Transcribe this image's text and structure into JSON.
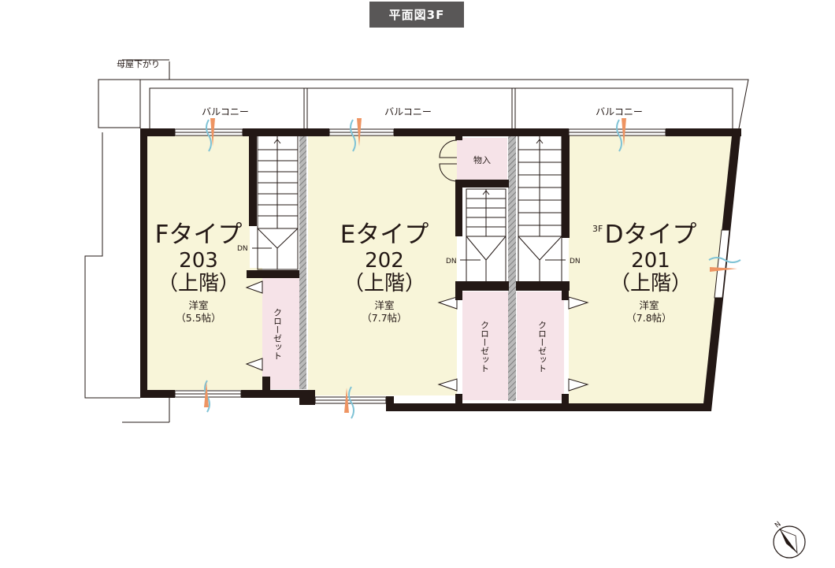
{
  "title": "平面図3F",
  "main_building_offset_note": "母屋下がり",
  "balconies": [
    "バルコニー",
    "バルコニー",
    "バルコニー"
  ],
  "units": [
    {
      "type": "Fタイプ",
      "number": "203",
      "floor": "（上階）",
      "room": "洋室",
      "size": "（5.5帖）"
    },
    {
      "type": "Eタイプ",
      "number": "202",
      "floor": "（上階）",
      "room": "洋室",
      "size": "（7.7帖）"
    },
    {
      "type": "Dタイプ",
      "number": "201",
      "floor": "（上階）",
      "room": "洋室",
      "size": "（7.8帖）"
    }
  ],
  "storage_label": "物入",
  "closet_label": "クローゼット",
  "stair_down_label": "DN",
  "floor_marker": "3F",
  "compass_label": "N",
  "colors": {
    "room_floor": "#f8f5d9",
    "closet_floor": "#f6e3e8",
    "wall": "#231815",
    "title_bg": "#595757",
    "vent_blue": "#7fc3d6",
    "vent_orange": "#ee9462"
  }
}
